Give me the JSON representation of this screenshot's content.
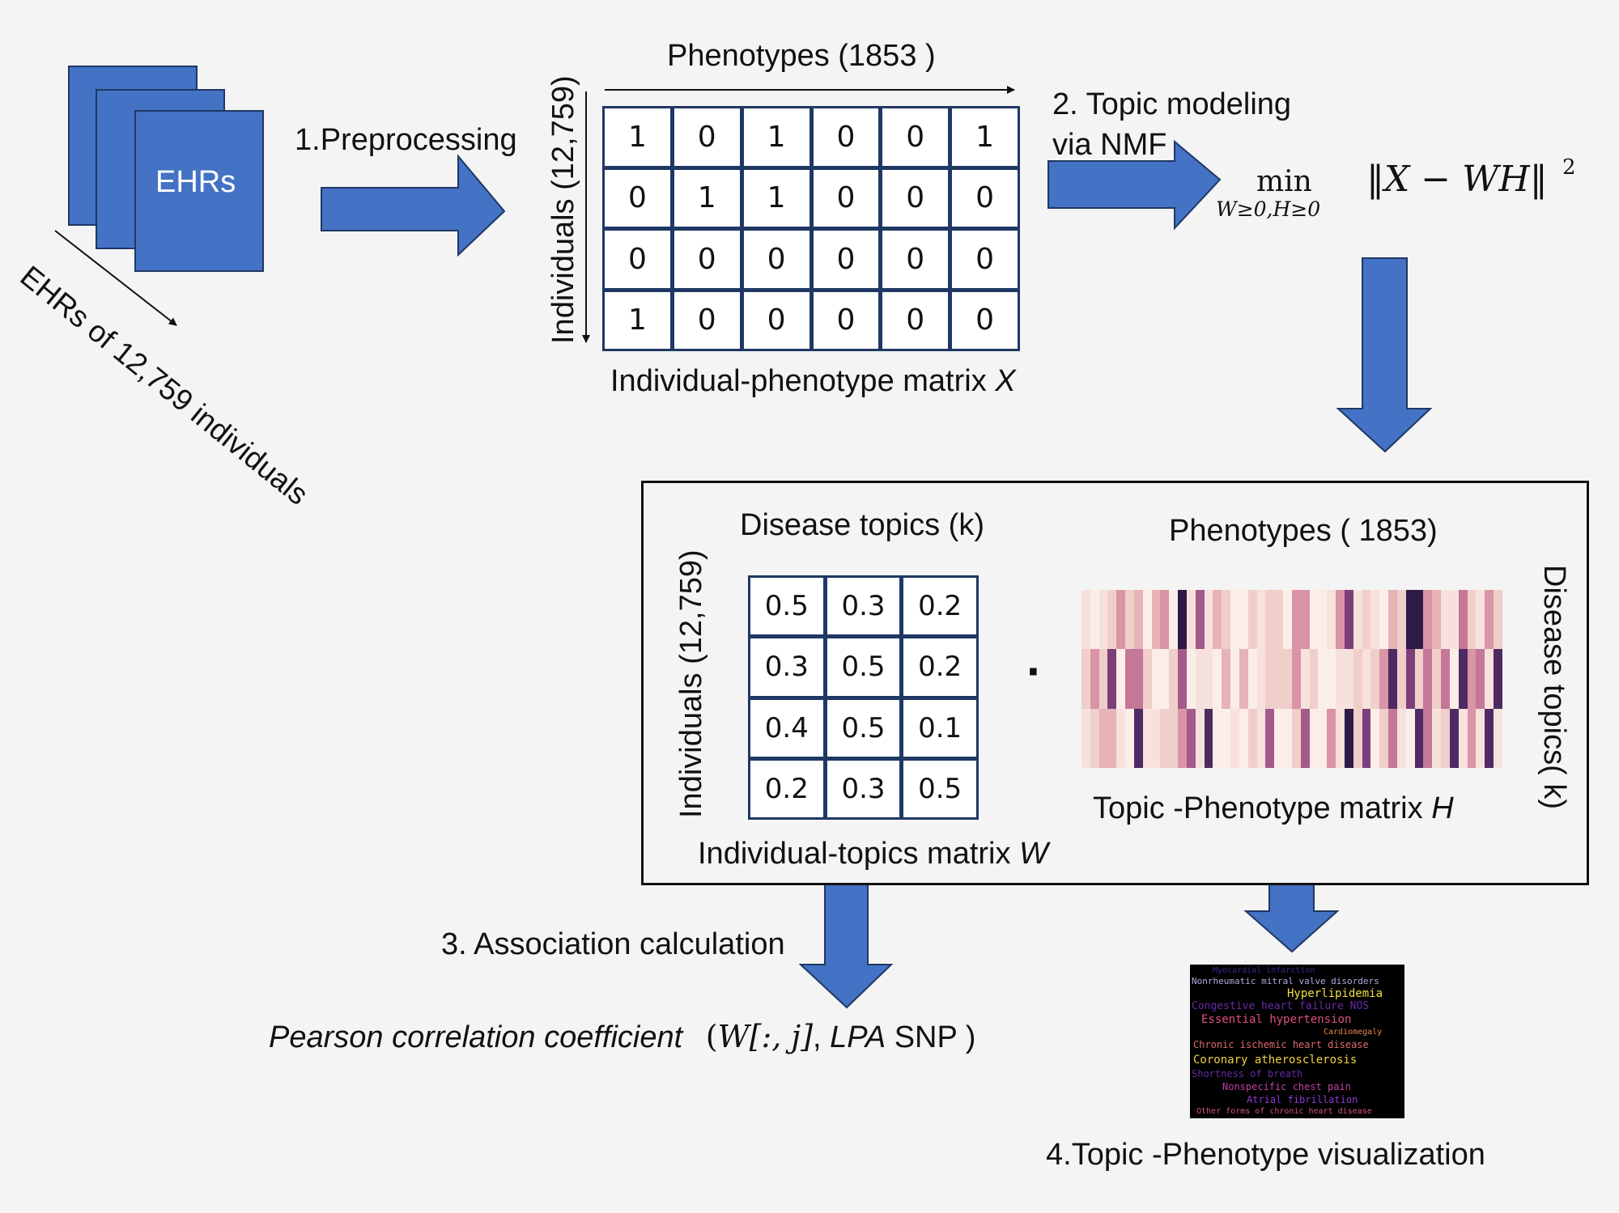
{
  "ehr_stack": {
    "label": "EHRs",
    "caption": "EHRs of 12,759 individuals"
  },
  "steps": {
    "preprocessing": "1.Preprocessing",
    "topic_modeling_line1": "2. Topic modeling",
    "topic_modeling_line2": "via NMF",
    "association": "3. Association calculation",
    "visualization": "4.Topic -Phenotype visualization"
  },
  "matrix_x": {
    "col_axis": "Phenotypes (1853 )",
    "row_axis": "Individuals (12,759)",
    "caption_prefix": "Individual-phenotype matrix ",
    "caption_var": "X",
    "rows": [
      [
        "1",
        "0",
        "1",
        "0",
        "0",
        "1"
      ],
      [
        "0",
        "1",
        "1",
        "0",
        "0",
        "0"
      ],
      [
        "0",
        "0",
        "0",
        "0",
        "0",
        "0"
      ],
      [
        "1",
        "0",
        "0",
        "0",
        "0",
        "0"
      ]
    ]
  },
  "formula": {
    "min": "min",
    "subscript": "W≥0,H≥0",
    "body": "‖X − WH‖",
    "exponent": "2"
  },
  "matrix_w": {
    "col_axis": "Disease topics (k)",
    "row_axis": "Individuals (12,759)",
    "caption_prefix": "Individual-topics matrix ",
    "caption_var": "W",
    "rows": [
      [
        "0.5",
        "0.3",
        "0.2"
      ],
      [
        "0.3",
        "0.5",
        "0.2"
      ],
      [
        "0.4",
        "0.5",
        "0.1"
      ],
      [
        "0.2",
        "0.3",
        "0.5"
      ]
    ]
  },
  "dot_operator": "·",
  "matrix_h": {
    "col_axis": "Phenotypes ( 1853)",
    "row_axis": "Disease topics( k)",
    "caption_prefix": "Topic -Phenotype matrix ",
    "caption_var": "H"
  },
  "pearson": {
    "label": "Pearson correlation coefficient",
    "args_open": "(",
    "w_term": "W[:, j]",
    "comma": ", ",
    "lpa": "LPA",
    "snp": " SNP )"
  },
  "word_cloud": {
    "words": [
      {
        "text": "Myocardial infarction",
        "color": "#3b2a8c"
      },
      {
        "text": "Nonrheumatic mitral valve disorders",
        "color": "#b9a6e0"
      },
      {
        "text": "Hyperlipidemia",
        "color": "#f0e040"
      },
      {
        "text": "Congestive heart failure NOS",
        "color": "#6a2aa8"
      },
      {
        "text": "Essential hypertension",
        "color": "#e0507a"
      },
      {
        "text": "Cardiomegaly",
        "color": "#e88850"
      },
      {
        "text": "Chronic ischemic heart disease",
        "color": "#e06a6a"
      },
      {
        "text": "Coronary atherosclerosis",
        "color": "#f0d040"
      },
      {
        "text": "Shortness of breath",
        "color": "#6a2aa8"
      },
      {
        "text": "Nonspecific chest pain",
        "color": "#c040a0"
      },
      {
        "text": "Atrial fibrillation",
        "color": "#8a3ad0"
      },
      {
        "text": "Other forms of chronic heart disease",
        "color": "#d8508a"
      }
    ]
  },
  "colors": {
    "arrow_fill": "#4472c4",
    "arrow_stroke": "#1f3864",
    "matrix_border": "#1f3864"
  }
}
